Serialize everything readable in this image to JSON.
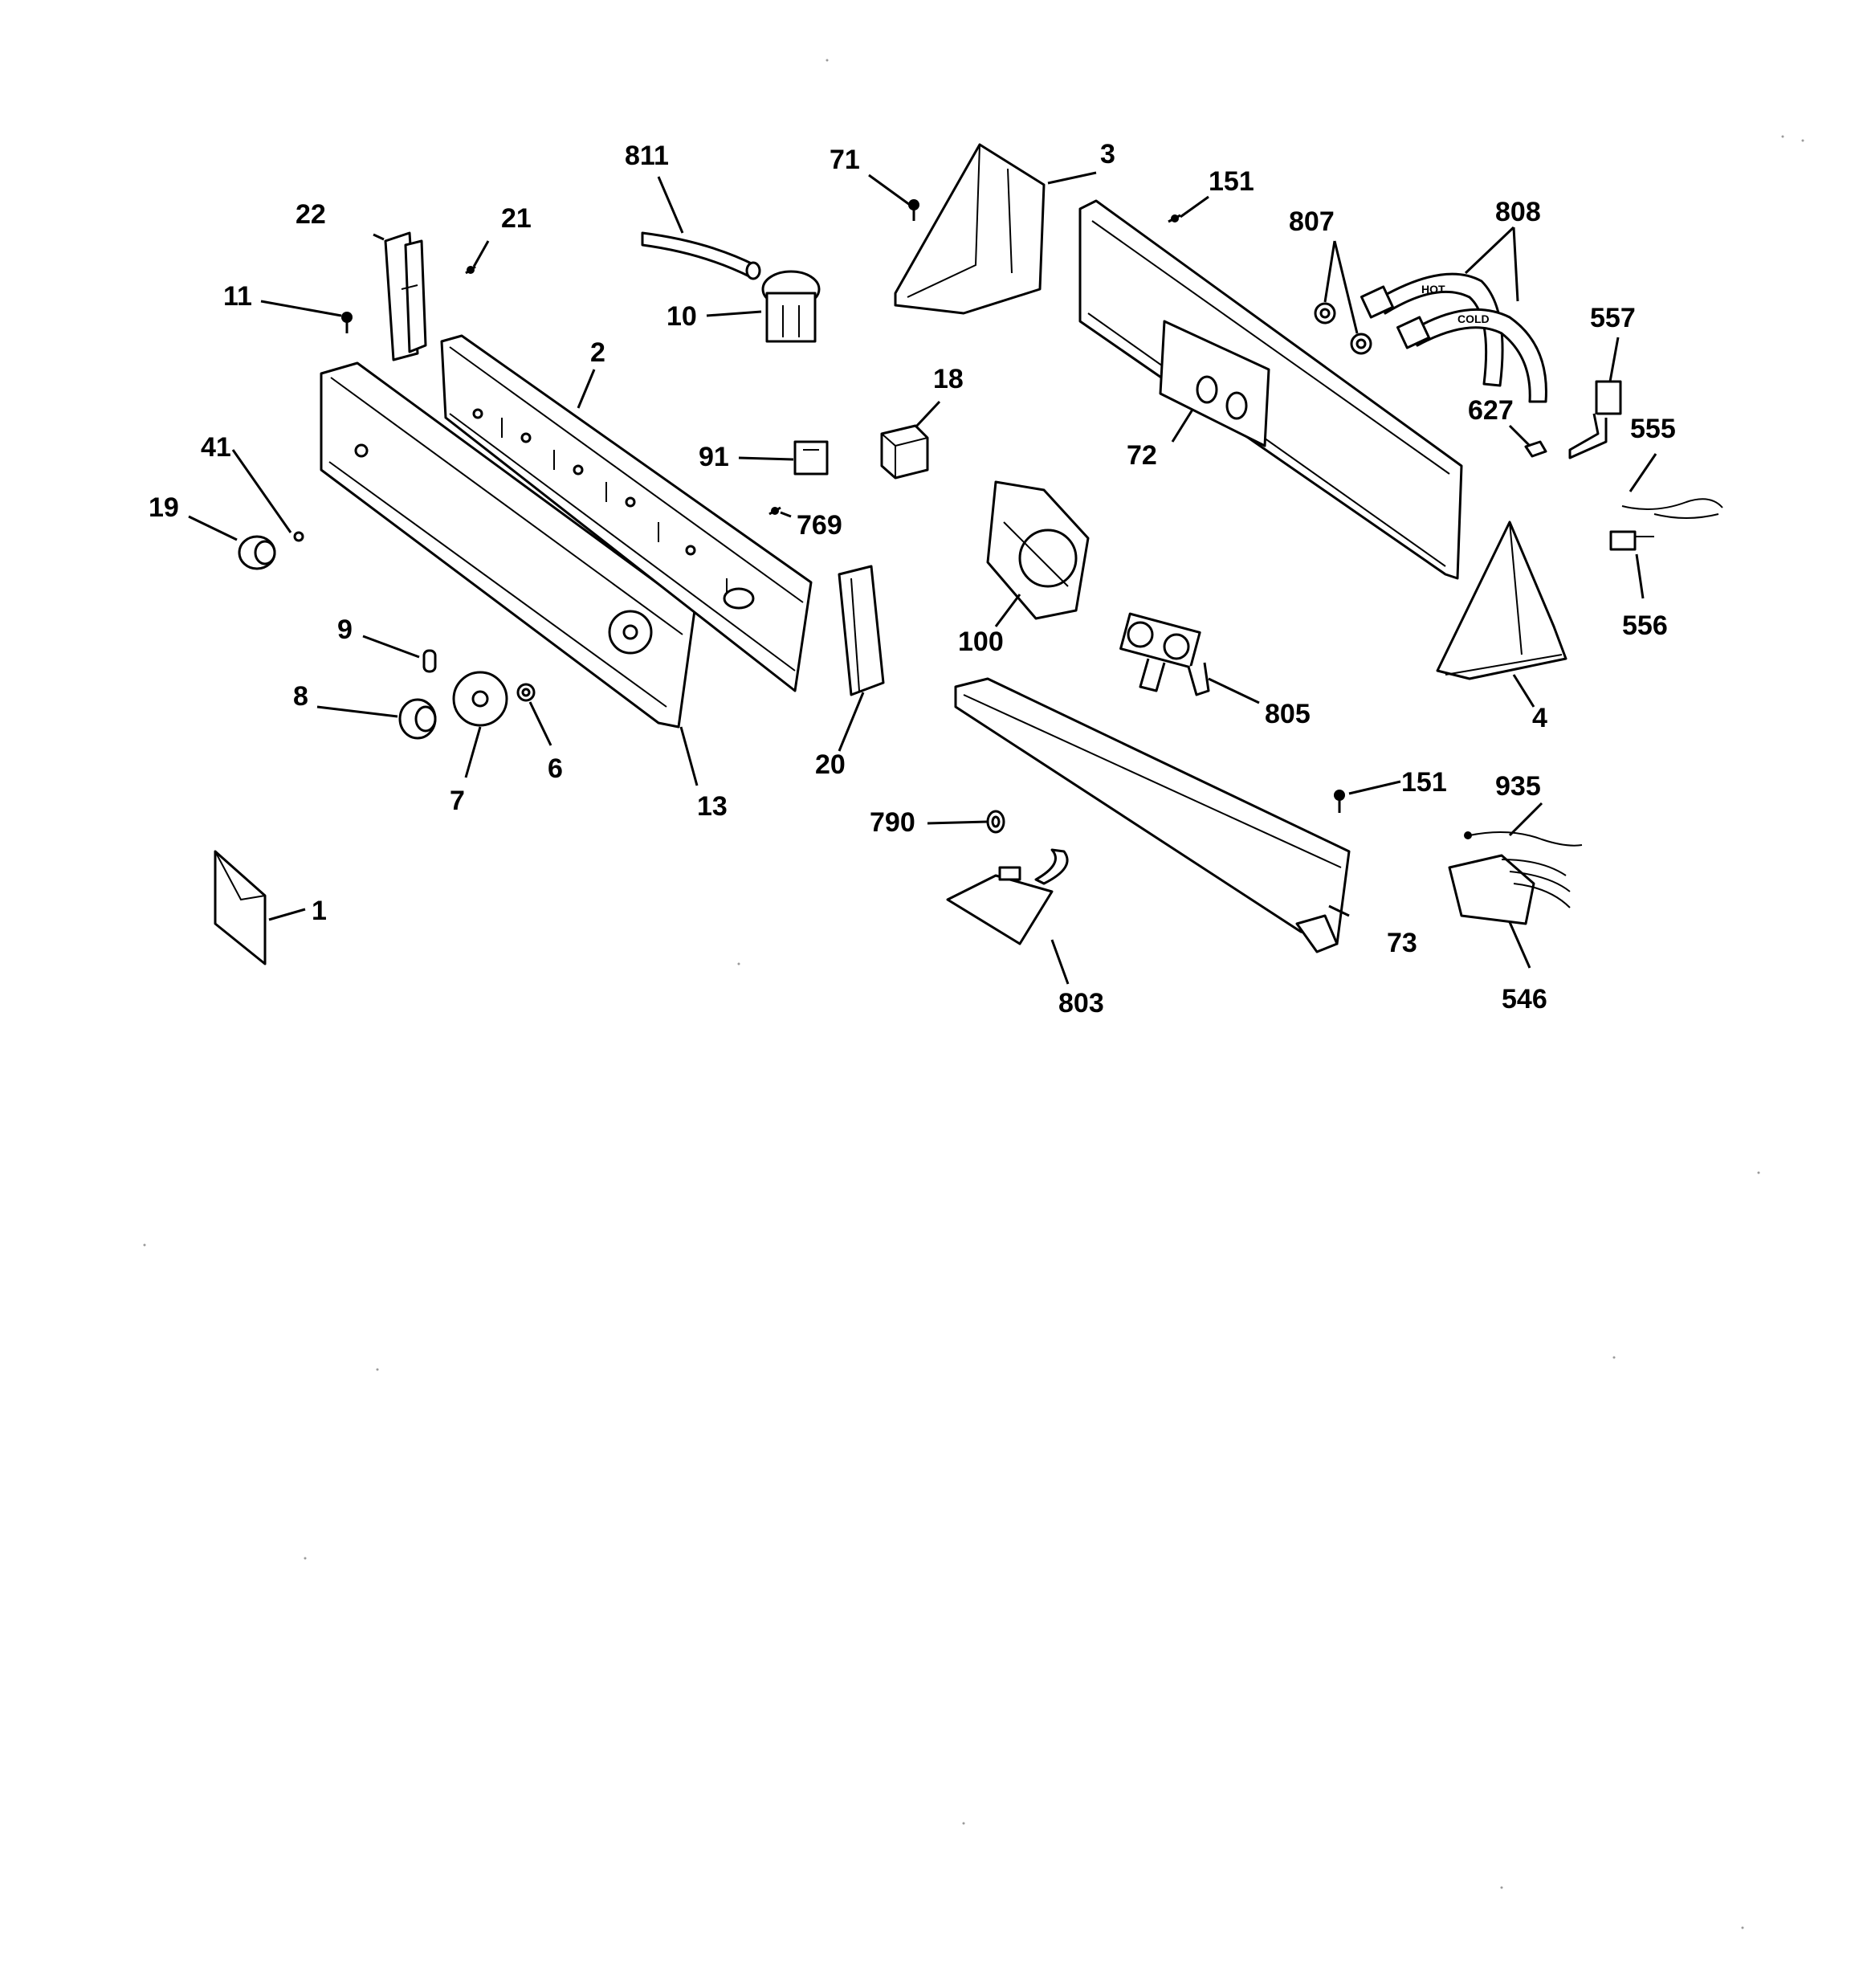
{
  "diagram": {
    "labels": {
      "p1": "1",
      "p2": "2",
      "p3": "3",
      "p4": "4",
      "p6": "6",
      "p7": "7",
      "p8": "8",
      "p9": "9",
      "p10": "10",
      "p11": "11",
      "p13": "13",
      "p18": "18",
      "p19": "19",
      "p20": "20",
      "p21": "21",
      "p22": "22",
      "p41": "41",
      "p71": "71",
      "p72": "72",
      "p73": "73",
      "p91": "91",
      "p100": "100",
      "p151a": "151",
      "p151b": "151",
      "p546": "546",
      "p555": "555",
      "p556": "556",
      "p557": "557",
      "p627": "627",
      "p769": "769",
      "p790": "790",
      "p803": "803",
      "p805": "805",
      "p807": "807",
      "p808": "808",
      "p811": "811",
      "p935": "935"
    },
    "hose_markings": {
      "hot": "HOT",
      "cold": "COLD"
    }
  }
}
